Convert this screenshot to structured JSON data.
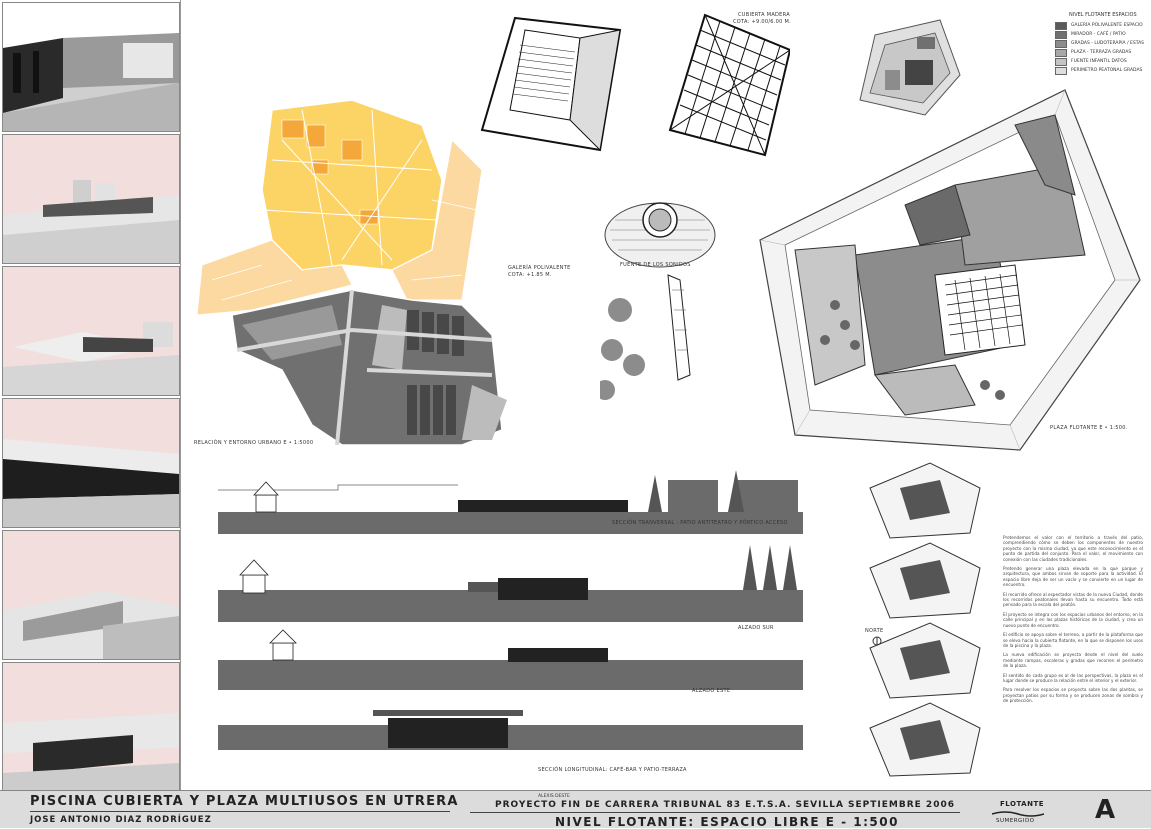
{
  "views": {
    "count": 6
  },
  "labels": {
    "cubierta": "CUBIERTA MADERA",
    "cubierta_cota": "COTA: +9.00/6.00 M.",
    "galeria": "GALERÍA POLIVALENTE",
    "galeria_cota": "COTA: +1.85 M.",
    "fuente": "FUENTE DE LOS SONIDOS",
    "plaza": "PLAZA FLOTANTE E • 1:500.",
    "urbano": "RELACIÓN Y ENTORNO URBANO E • 1:5000",
    "seccion_trans": "SECCIÓN TRANVERSAL : PATIO ANTITEATRO Y PÓRTICO ACCESO",
    "alzado_sur": "ALZADO SUR",
    "alzado_este": "ALZADO ESTE",
    "seccion_long": "SECCIÓN LONGITUDINAL: CAFÉ-BAR Y PATIO-TERRAZA",
    "norte": "NORTE"
  },
  "legend": {
    "title": "NIVEL FLOTANTE ESPACIOS",
    "items": [
      {
        "label": "GALERÍA POLIVALENTE ESPACIO",
        "color": "#5a5a5a"
      },
      {
        "label": "MIRADOR - CAFÉ / PATIO",
        "color": "#707070"
      },
      {
        "label": "GRADAS - LUDOTERAPIA / ESTAS",
        "color": "#8c8c8c"
      },
      {
        "label": "PLAZA - TERRAZA GRADAS",
        "color": "#a8a8a8"
      },
      {
        "label": "FUENTE INFANTIL DATOS",
        "color": "#c4c4c4"
      },
      {
        "label": "PERIMETRO PEATONAL GRADAS",
        "color": "#dedede"
      }
    ]
  },
  "memoria": [
    "Pretendemos el valor con el territorio a través del patio, comprendiendo cómo se deben los componentes de nuestro proyecto con la misma ciudad, ya que este reconocimiento es el punto de partida del conjunto. Para el valor, el movimiento con conexión con las ciudades tradicionales.",
    "Pretendo generar una plaza elevada en la que parque y arquitectura, que ambos sirvan de soporte para la actividad. El espacio libre deja de ser un vacío y se convierte en un lugar de encuentro.",
    "El recorrido ofrece al espectador vistas de la nueva Ciudad, donde los recorridos peatonales llevan hasta su encuentro. Todo está pensado para la escala del peatón.",
    "El proyecto se integra con los espacios urbanos del entorno, en la calle principal y en las plazas históricas de la ciudad, y crea un nuevo punto de encuentro.",
    "El edificio se apoya sobre el terreno, a partir de la plataforma que se eleva hacia la cubierta flotante, en la que se disponen los usos de la piscina y la plaza.",
    "La nueva edificación se proyecta desde el nivel del suelo mediante rampas, escaleras y gradas que recorren el perímetro de la plaza.",
    "El sentido de cada grupo es al de las perspectivas, la plaza es el lugar donde se produce la relación entre el interior y el exterior.",
    "Para resolver los espacios se proyecta sobre las dos plantas, se proyectan patios por su forma y se producen zonas de sombra y de protección."
  ],
  "footer": {
    "title": "PISCINA CUBIERTA Y PLAZA MULTIUSOS EN UTRERA",
    "author": "JOSE ANTONIO DIAZ RODRÍGUEZ",
    "sub": "ALEXIS DESTE",
    "project": "PROYECTO FIN DE CARRERA TRIBUNAL 83 E.T.S.A. SEVILLA SEPTIEMBRE 2006",
    "level": "NIVEL FLOTANTE: ESPACIO LIBRE E - 1:500",
    "nav_top": "FLOTANTE",
    "nav_bottom": "SUMERGIDO",
    "letter": "A"
  }
}
